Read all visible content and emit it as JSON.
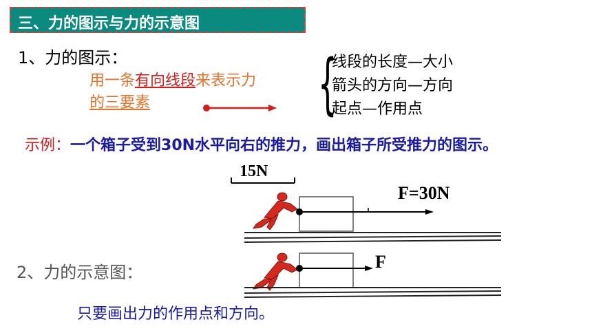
{
  "title": "三、力的图示与力的示意图",
  "section1": {
    "heading": "1、力的图示：",
    "def_prefix": "用一条",
    "def_highlight": "有向线段",
    "def_suffix": "来表示力",
    "def_line2": "的三要素"
  },
  "elements": [
    "线段的长度—大小",
    "箭头的方向—方向",
    "起点—作用点"
  ],
  "example": {
    "label": "示例：",
    "text": "一个箱子受到30N水平向右的推力，画出箱子所受推力的图示。"
  },
  "scale_label": "15N",
  "force_label": "F=30N",
  "section2": {
    "heading": "2、力的示意图：",
    "f_label": "F",
    "note": "只要画出力的作用点和方向。"
  }
}
